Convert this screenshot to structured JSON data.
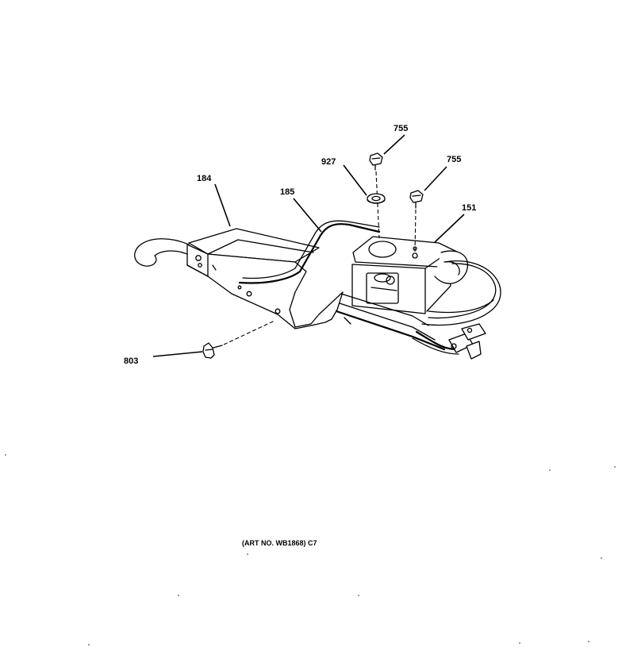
{
  "callouts": {
    "part_184": "184",
    "part_185": "185",
    "part_927": "927",
    "part_755_top": "755",
    "part_755_right": "755",
    "part_151": "151",
    "part_803": "803"
  },
  "caption": "(ART NO. WB1868) C7"
}
